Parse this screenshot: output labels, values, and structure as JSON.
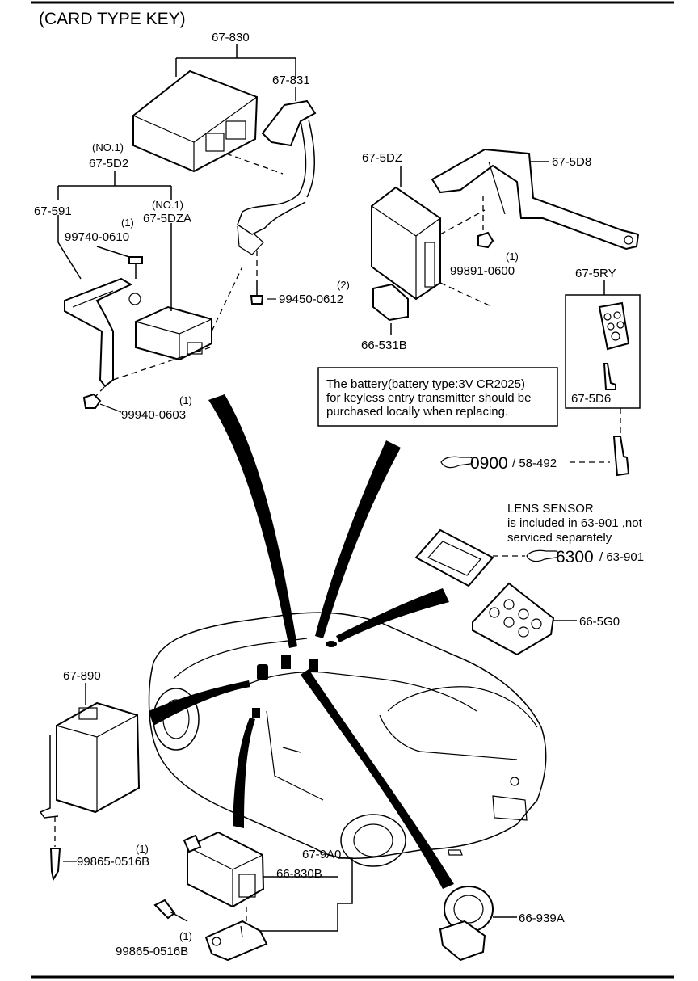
{
  "title": "(CARD TYPE KEY)",
  "notes": {
    "battery": [
      "The battery(battery type:3V CR2025)",
      "for keyless entry transmitter should be",
      "purchased locally when replacing."
    ],
    "lens_sensor": [
      "LENS SENSOR",
      "is included in 63-901 ,not",
      "serviced separately"
    ]
  },
  "parts": {
    "p67_830": "67-830",
    "p67_831": "67-831",
    "p67_5d2_no": "(NO.1)",
    "p67_5d2": "67-5D2",
    "p67_591": "67-591",
    "p67_5dza_no": "(NO.1)",
    "p67_5dza": "67-5DZA",
    "p99740_qty": "(1)",
    "p99740": "99740-0610",
    "p99450_qty": "(2)",
    "p99450": "99450-0612",
    "p99940_qty": "(1)",
    "p99940": "99940-0603",
    "p67_5dz": "67-5DZ",
    "p67_5d8": "67-5D8",
    "p99891_qty": "(1)",
    "p99891": "99891-0600",
    "p66_531b": "66-531B",
    "p67_5ry": "67-5RY",
    "p67_5d6": "67-5D6",
    "p66_5g0": "66-5G0",
    "p67_890": "67-890",
    "p99865a_qty": "(1)",
    "p99865a": "99865-0516B",
    "p67_9a0": "67-9A0",
    "p66_830b": "66-830B",
    "p99865b_qty": "(1)",
    "p99865b": "99865-0516B",
    "p66_939a": "66-939A"
  },
  "refs": {
    "ref1_big": "0900",
    "ref1_small": "/ 58-492",
    "ref2_big": "6300",
    "ref2_small": "/ 63-901"
  },
  "icons": {
    "reference": "pointing-hand-icon"
  }
}
